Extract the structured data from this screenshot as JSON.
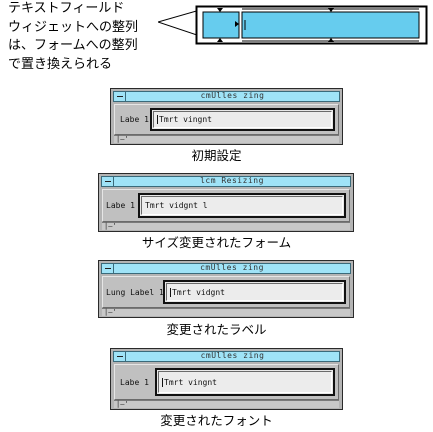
{
  "annotation": {
    "lines": [
      "テキストフィールド",
      "ウィジェットへの整列",
      "は、フォームへの整列",
      "で置き換えられる"
    ]
  },
  "colors": {
    "titlebar": "#9fe3f7",
    "window_bg": "#b4b4b4",
    "diagram_fill": "#66ccee"
  },
  "windows": [
    {
      "title": "cmUlles zing",
      "label": "Labe 1",
      "field_text": "Tmrt vingnt",
      "has_cursor": true,
      "footer": "|—'",
      "caption": "初期設定"
    },
    {
      "title": "lcm Resizing",
      "label": "Labe 1",
      "field_text": "Tmrt vidgnt l",
      "has_cursor": false,
      "footer": "|—'",
      "caption": "サイズ変更されたフォーム"
    },
    {
      "title": "cmUlles zing",
      "label": "Lung Label 1",
      "field_text": "Tmrt vidgnt",
      "has_cursor": true,
      "footer": "|—'",
      "caption": "変更されたラベル"
    },
    {
      "title": "cmUlles zing",
      "label": "Labe 1",
      "field_text": "Tmrt vingnt",
      "has_cursor": true,
      "footer": "|—'",
      "caption": "変更されたフォント"
    }
  ]
}
